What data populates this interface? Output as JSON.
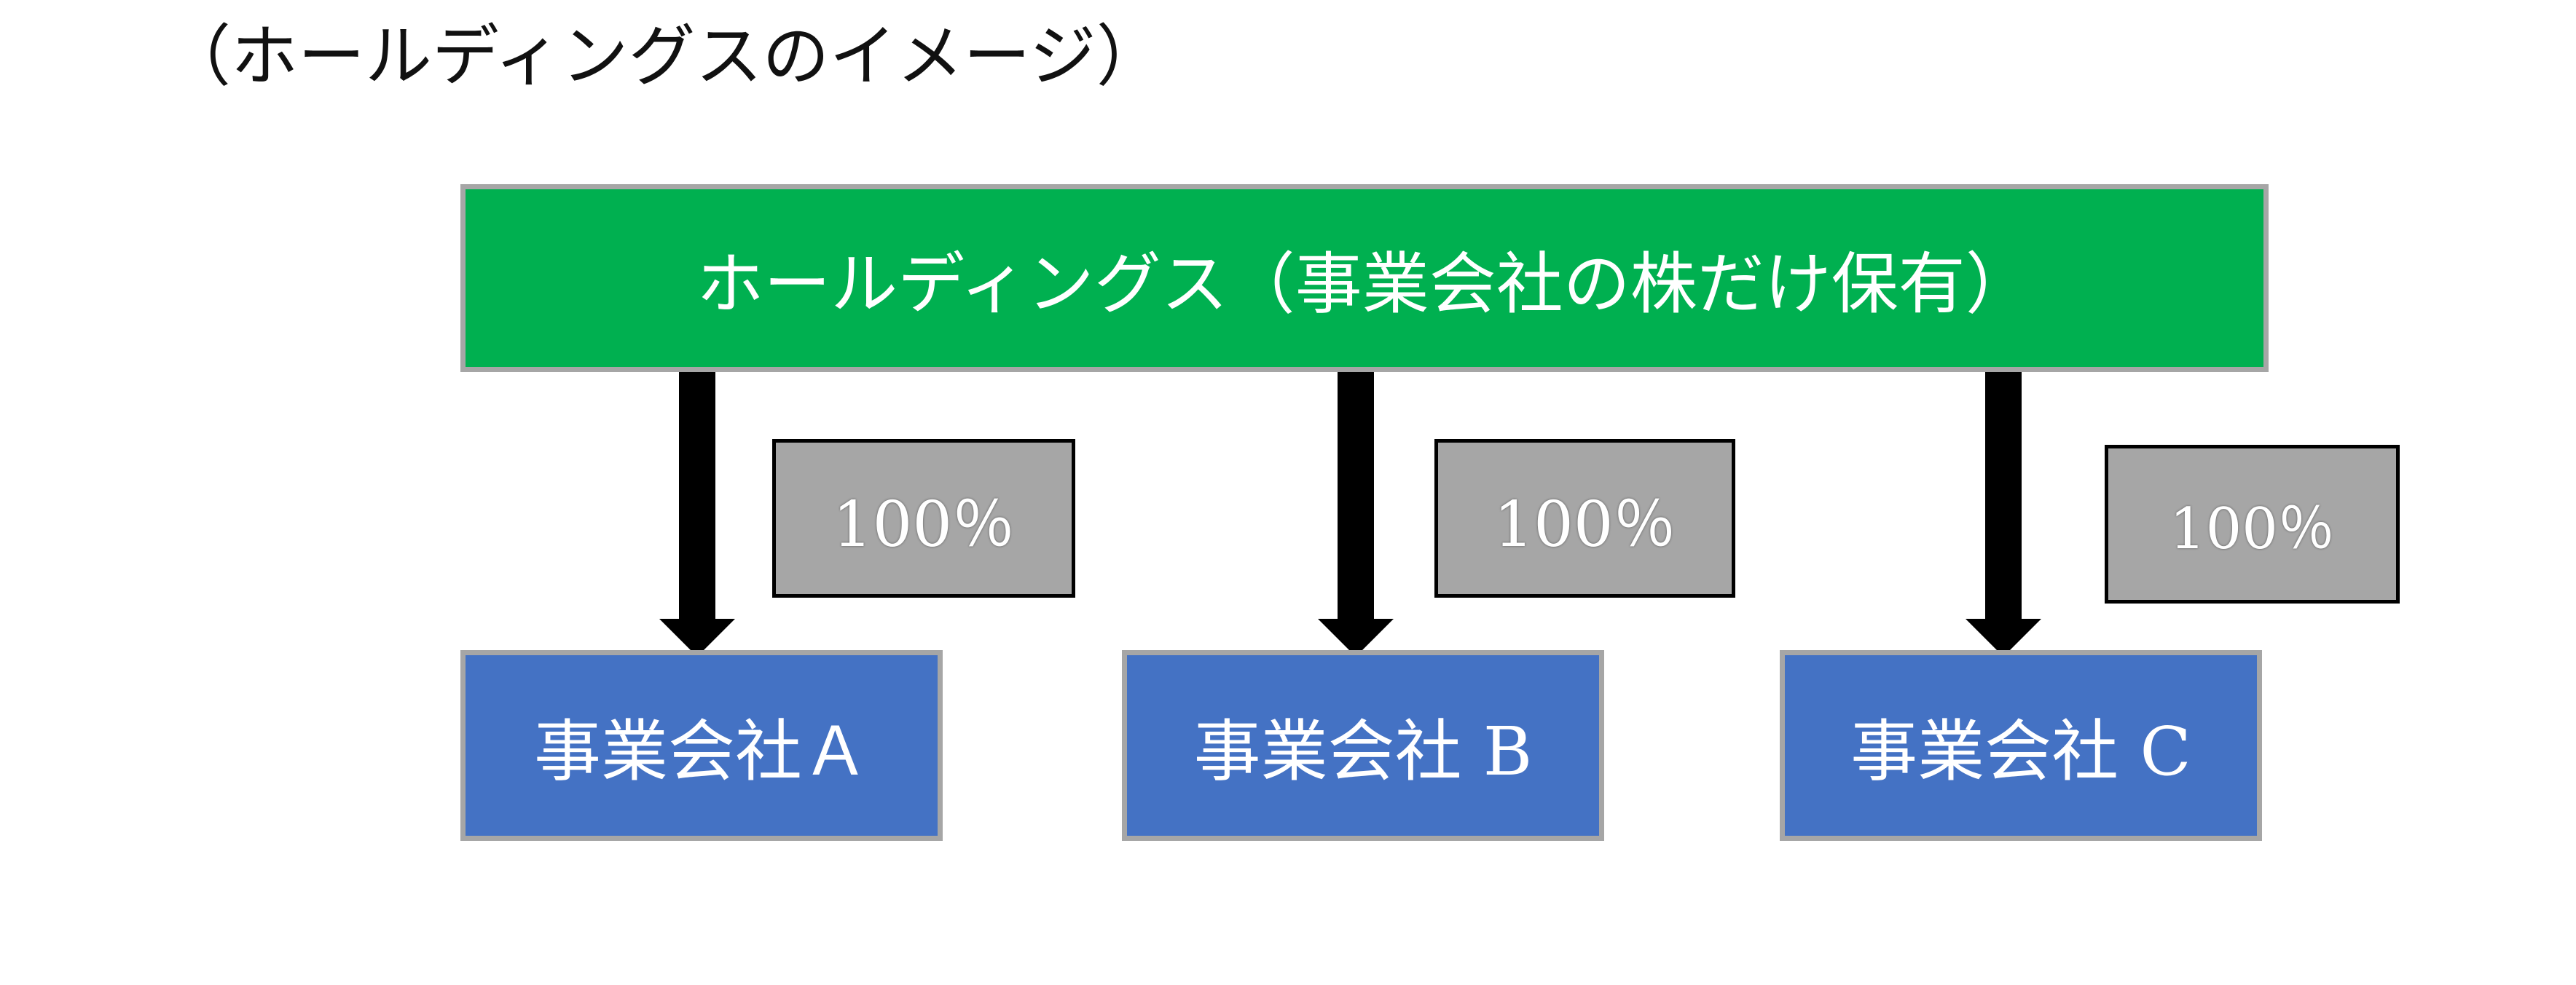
{
  "caption": "（ホールディングスのイメージ）",
  "holding": {
    "label": "ホールディングス（事業会社の株だけ保有）",
    "color": "#00b050"
  },
  "companies": [
    {
      "label": "事業会社Ａ",
      "color": "#4472c4"
    },
    {
      "label": "事業会社 B",
      "color": "#4472c4"
    },
    {
      "label": "事業会社 C",
      "color": "#4472c4"
    }
  ],
  "ownership": [
    {
      "label": "100％",
      "value": 100,
      "color": "#a6a6a6"
    },
    {
      "label": "100％",
      "value": 100,
      "color": "#a6a6a6"
    },
    {
      "label": "100％",
      "value": 100,
      "color": "#a6a6a6"
    }
  ]
}
